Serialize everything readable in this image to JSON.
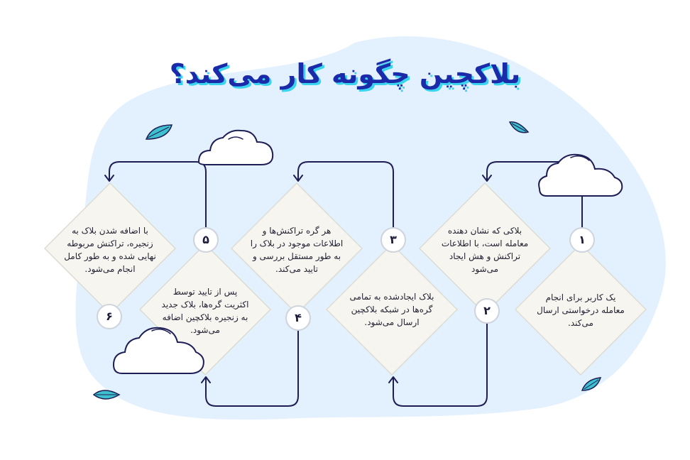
{
  "title": "بلاکچین چگونه کار می‌کند؟",
  "steps": [
    {
      "number": "۱",
      "text": "یک کاربر برای انجام معامله درخواستی ارسال می‌کند."
    },
    {
      "number": "۲",
      "text": "بلاکی که نشان دهنده معامله است، با اطلاعات تراکنش و هش ایجاد می‌شود"
    },
    {
      "number": "۳",
      "text": "بلاک ایجادشده به تمامی گره‌ها در شبکه بلاکچین ارسال می‌شود."
    },
    {
      "number": "۴",
      "text": "هر گره تراکنش‌ها و اطلاعات موجود در بلاک را به طور مستقل بررسی و تایید می‌کند."
    },
    {
      "number": "۵",
      "text": "پس از تایید توسط اکثریت گره‌ها، بلاک جدید به زنجیره بلاکچین اضافه می‌شود."
    },
    {
      "number": "۶",
      "text": "با اضافه شدن بلاک به زنجیره، تراکنش مربوطه نهایی شده و به طور کامل انجام می‌شود."
    }
  ],
  "colors": {
    "title": "#1a2aa8",
    "title_shadow": "#3ad4ef",
    "blob": "#e3f0fd",
    "diamond_fill": "#f6f5ef",
    "connector": "#1e1d55",
    "leaf": "#3fc0cf"
  }
}
